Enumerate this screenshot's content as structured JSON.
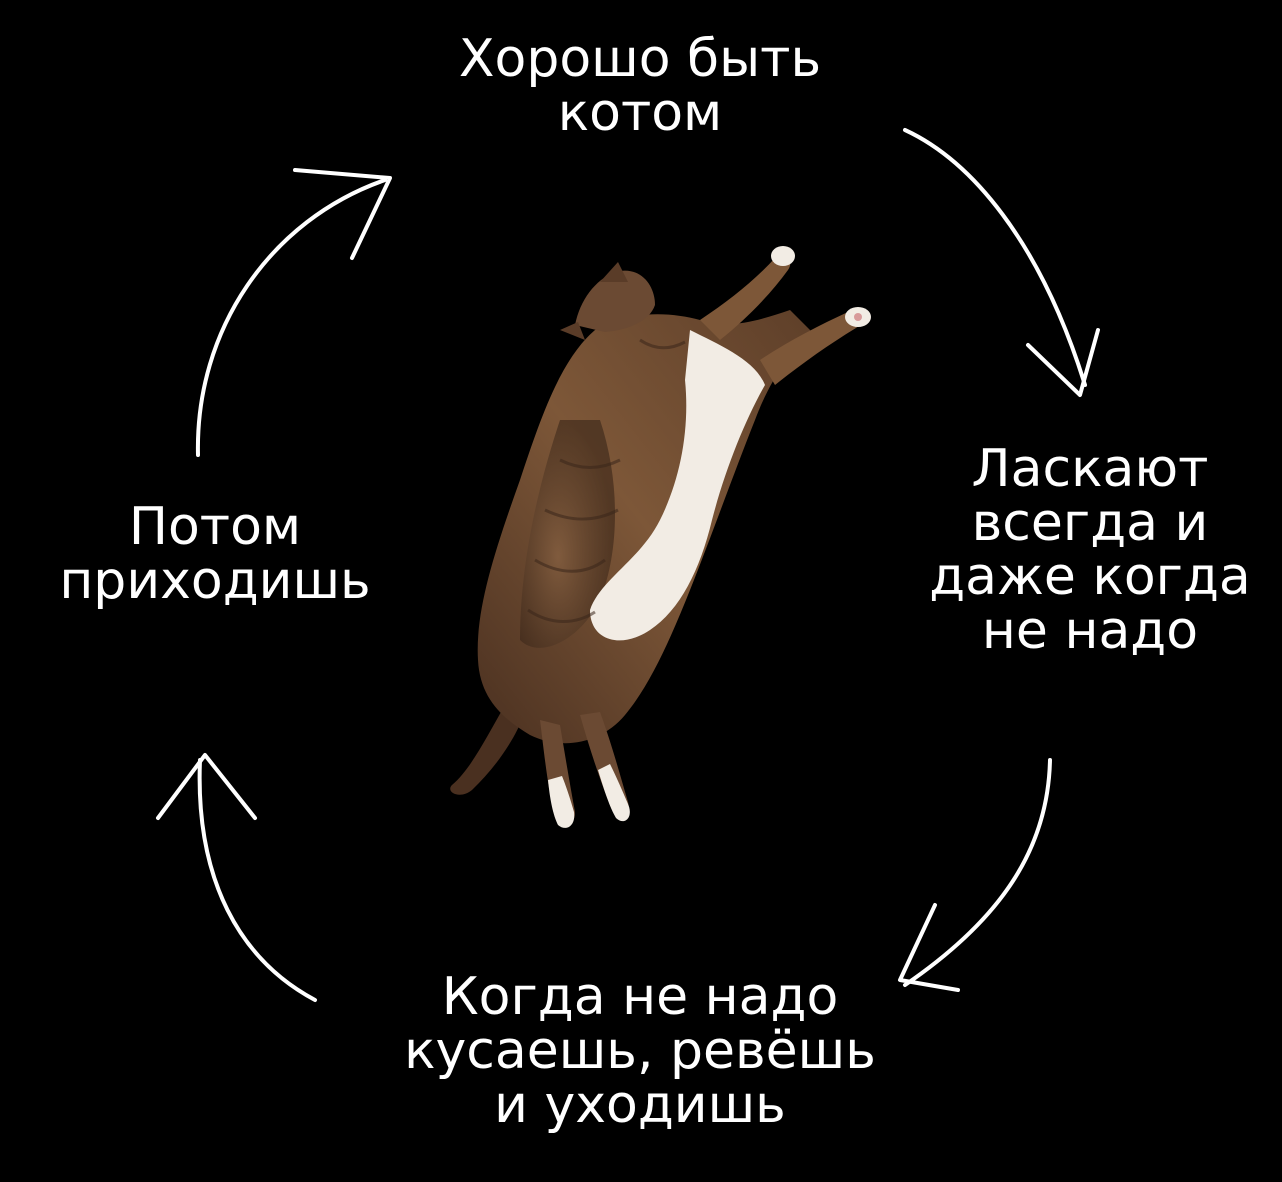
{
  "cycle": {
    "steps": [
      {
        "id": "top",
        "lines": [
          "Хорошо быть",
          "котом"
        ]
      },
      {
        "id": "right",
        "lines": [
          "Ласкают",
          "всегда и",
          "даже когда",
          "не надо"
        ]
      },
      {
        "id": "bottom",
        "lines": [
          "Когда не надо",
          "кусаешь, ревёшь",
          "и уходишь"
        ]
      },
      {
        "id": "left",
        "lines": [
          "Потом",
          "приходишь"
        ]
      }
    ],
    "arrow_color": "#ffffff",
    "text_color": "#ffffff",
    "background_color": "#000000"
  },
  "illustration": {
    "subject": "cat-stretching-photo",
    "fur_colors": [
      "#6b4a33",
      "#8a6246",
      "#f2ece4",
      "#3a261a"
    ]
  }
}
